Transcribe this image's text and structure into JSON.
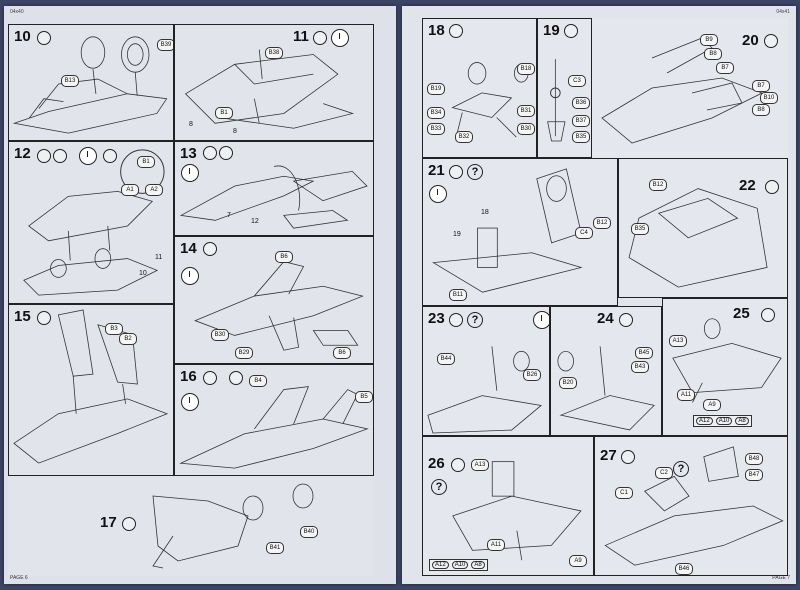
{
  "left_page": {
    "header_code": "04x40",
    "footer": "PAGE 6",
    "steps": [
      {
        "id": "10",
        "parts": [
          "B13",
          "B39"
        ]
      },
      {
        "id": "11",
        "parts": [
          "B38",
          "B1",
          "8",
          "8"
        ]
      },
      {
        "id": "12",
        "parts": [
          "B1",
          "A1",
          "A2",
          "11",
          "10"
        ]
      },
      {
        "id": "13",
        "parts": [
          "7",
          "12"
        ]
      },
      {
        "id": "14",
        "parts": [
          "B6",
          "B30",
          "B29",
          "B6"
        ]
      },
      {
        "id": "15",
        "parts": [
          "B3",
          "B2"
        ]
      },
      {
        "id": "16",
        "parts": [
          "B4",
          "B5"
        ]
      },
      {
        "id": "17",
        "parts": [
          "B40",
          "B41"
        ]
      }
    ]
  },
  "right_page": {
    "header_code": "04x41",
    "footer": "PAGE 7",
    "steps": [
      {
        "id": "18",
        "parts": [
          "B19",
          "B34",
          "B33",
          "B32",
          "B18",
          "B31",
          "B30"
        ]
      },
      {
        "id": "19",
        "parts": [
          "C3",
          "B36",
          "B37",
          "B35"
        ]
      },
      {
        "id": "20",
        "parts": [
          "B9",
          "B8",
          "B7",
          "B7",
          "B10",
          "B8"
        ]
      },
      {
        "id": "21",
        "parts": [
          "18",
          "19",
          "B12",
          "C4",
          "B11"
        ]
      },
      {
        "id": "22",
        "parts": [
          "B12",
          "B35"
        ]
      },
      {
        "id": "23",
        "parts": [
          "B44",
          "B26"
        ]
      },
      {
        "id": "24",
        "parts": [
          "B45",
          "B43",
          "B20"
        ]
      },
      {
        "id": "25",
        "parts": [
          "A13",
          "A11",
          "A9"
        ],
        "paint_row": [
          "A12",
          "A10",
          "A8"
        ]
      },
      {
        "id": "26",
        "parts": [
          "A13",
          "A11",
          "A9"
        ],
        "paint_row": [
          "A12",
          "A10",
          "A8"
        ]
      },
      {
        "id": "27",
        "parts": [
          "C2",
          "C1",
          "B48",
          "B47",
          "B46"
        ]
      }
    ]
  }
}
